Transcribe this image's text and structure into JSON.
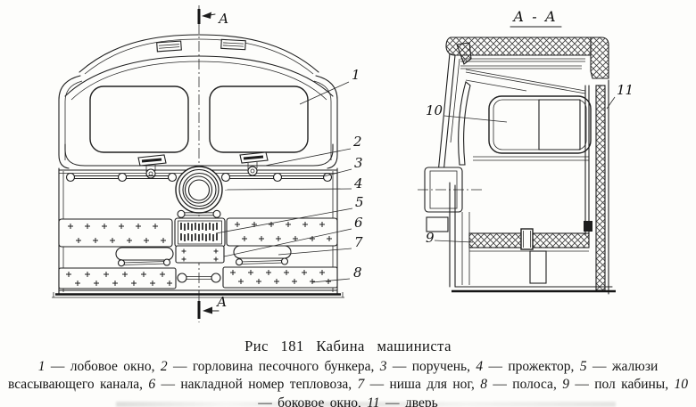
{
  "colors": {
    "paper": "#fdfdfb",
    "ink": "#1f1f1f"
  },
  "figure": {
    "caption_title": "Рис 181 Кабина машиниста",
    "legend": [
      {
        "num": "1",
        "label": "лобовое окно"
      },
      {
        "num": "2",
        "label": "горловина песочного бункера"
      },
      {
        "num": "3",
        "label": "поручень"
      },
      {
        "num": "4",
        "label": "прожектор"
      },
      {
        "num": "5",
        "label": "жалюзи всасывающего канала"
      },
      {
        "num": "6",
        "label": "накладной номер тепловоза"
      },
      {
        "num": "7",
        "label": "ниша для ног"
      },
      {
        "num": "8",
        "label": "полоса"
      },
      {
        "num": "9",
        "label": "пол кабины"
      },
      {
        "num": "10",
        "label": "боковое окно"
      },
      {
        "num": "11",
        "label": "дверь"
      }
    ]
  },
  "front_view": {
    "section_marker_top": "А",
    "section_marker_bottom": "А",
    "callouts": [
      "1",
      "2",
      "3",
      "4",
      "5",
      "6",
      "7",
      "8"
    ]
  },
  "section_view": {
    "title": "А - А",
    "callouts": [
      "9",
      "10",
      "11"
    ]
  }
}
